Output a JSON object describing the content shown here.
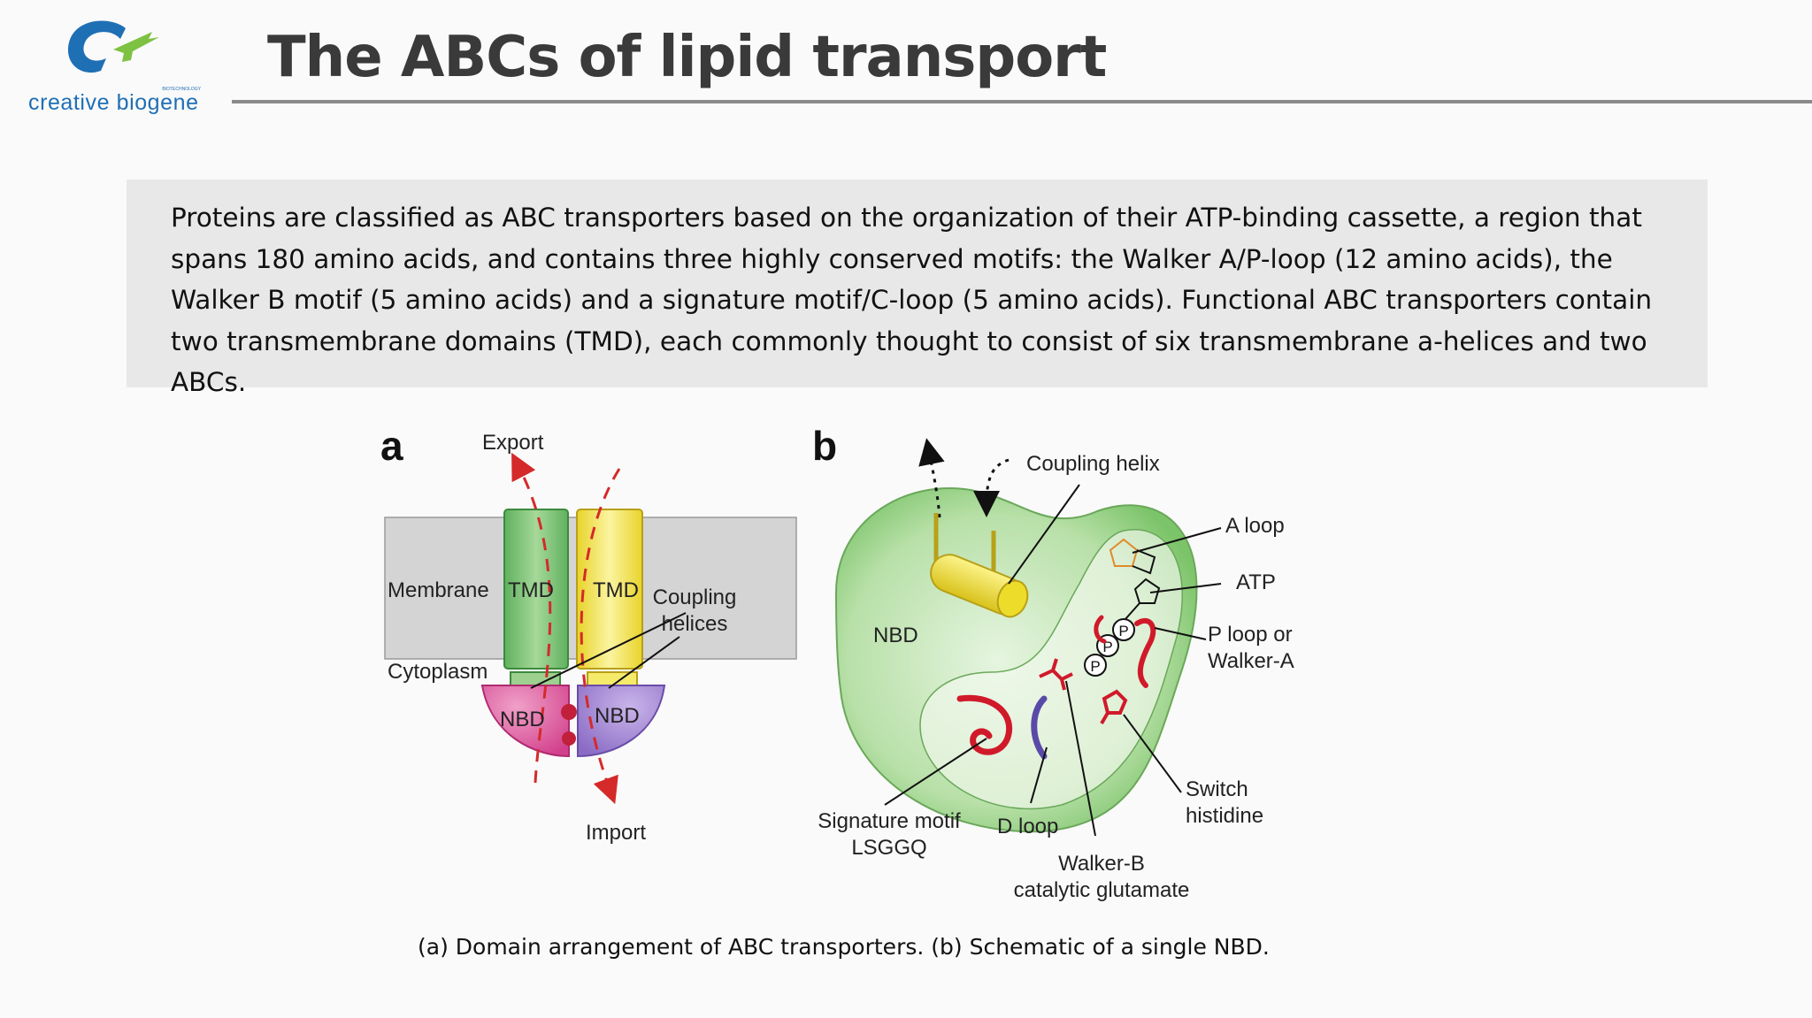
{
  "brand": {
    "name": "creative biogene",
    "tagline": "BIOTECHNOLOGY",
    "colors": {
      "blue": "#1f6fb5",
      "green": "#7dc242"
    }
  },
  "title": "The ABCs of lipid transport",
  "intro": "Proteins are classified as ABC transporters based on the organization of their ATP-binding cassette, a region that spans 180 amino acids, and contains three highly conserved motifs: the Walker A/P-loop (12 amino acids), the Walker B motif (5 amino acids) and a signature motif/C-loop (5 amino acids). Functional ABC transporters contain two transmembrane domains (TMD), each commonly thought to consist of six transmembrane a-helices and two ABCs.",
  "figure": {
    "panel_a": {
      "letter": "a",
      "export": "Export",
      "import": "Import",
      "membrane": "Membrane",
      "cytoplasm": "Cytoplasm",
      "tmd": "TMD",
      "nbd": "NBD",
      "coupling_line1": "Coupling",
      "coupling_line2": "helices"
    },
    "panel_b": {
      "letter": "b",
      "coupling_helix": "Coupling helix",
      "a_loop": "A loop",
      "atp": "ATP",
      "ploop_line1": "P loop or",
      "ploop_line2": "Walker-A",
      "nbd": "NBD",
      "switch_line1": "Switch",
      "switch_line2": "histidine",
      "signature_line1": "Signature motif",
      "signature_line2": "LSGGQ",
      "d_loop": "D loop",
      "walkerb_line1": "Walker-B",
      "walkerb_line2": "catalytic glutamate",
      "phosphate": "P"
    }
  },
  "caption": "(a) Domain arrangement of ABC transporters. (b) Schematic of a single NBD."
}
